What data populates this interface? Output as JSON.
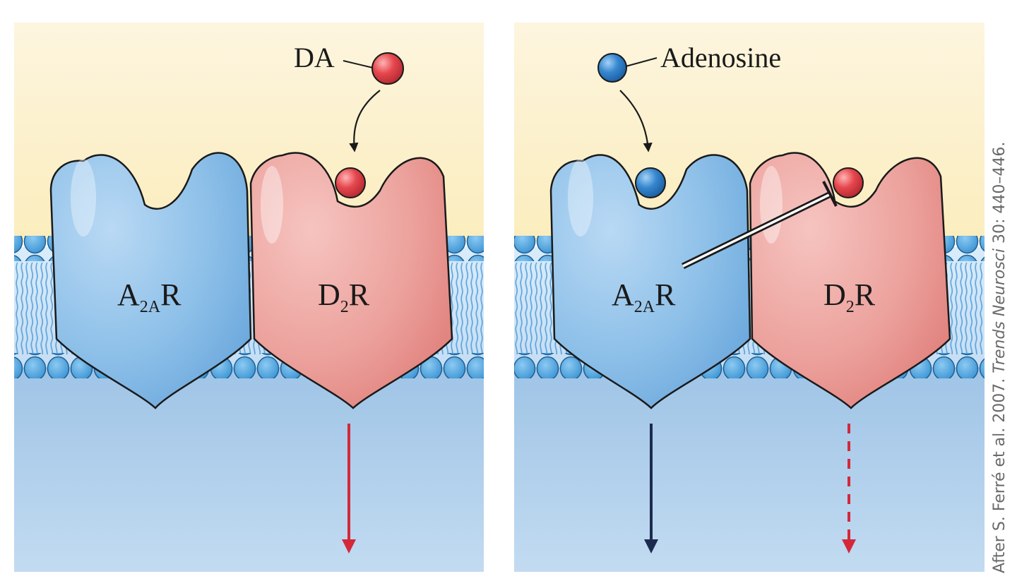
{
  "left_panel": {
    "ligand_label": "DA",
    "receptor_a": {
      "main": "A",
      "sub": "2A",
      "tail": "R"
    },
    "receptor_d": {
      "main": "D",
      "sub": "2",
      "tail": "R"
    }
  },
  "right_panel": {
    "ligand_label": "Adenosine",
    "receptor_a": {
      "main": "A",
      "sub": "2A",
      "tail": "R"
    },
    "receptor_d": {
      "main": "D",
      "sub": "2",
      "tail": "R"
    }
  },
  "credit": {
    "prefix": "After S. Ferré et al. 2007. ",
    "journal": "Trends Neurosci",
    "suffix": " 30: 440–446."
  },
  "colors": {
    "extracellular": "#fdf4d6",
    "intracellular": "#b5d2ec",
    "membrane_head": "#4ea3dc",
    "a2a_receptor": "#8ec0e8",
    "d2_receptor": "#eb9f9b",
    "dopamine": "#e0444b",
    "adenosine": "#2f7fc6",
    "d2_signal_arrow": "#d4283a",
    "a2a_signal_arrow": "#1c2b4f"
  }
}
